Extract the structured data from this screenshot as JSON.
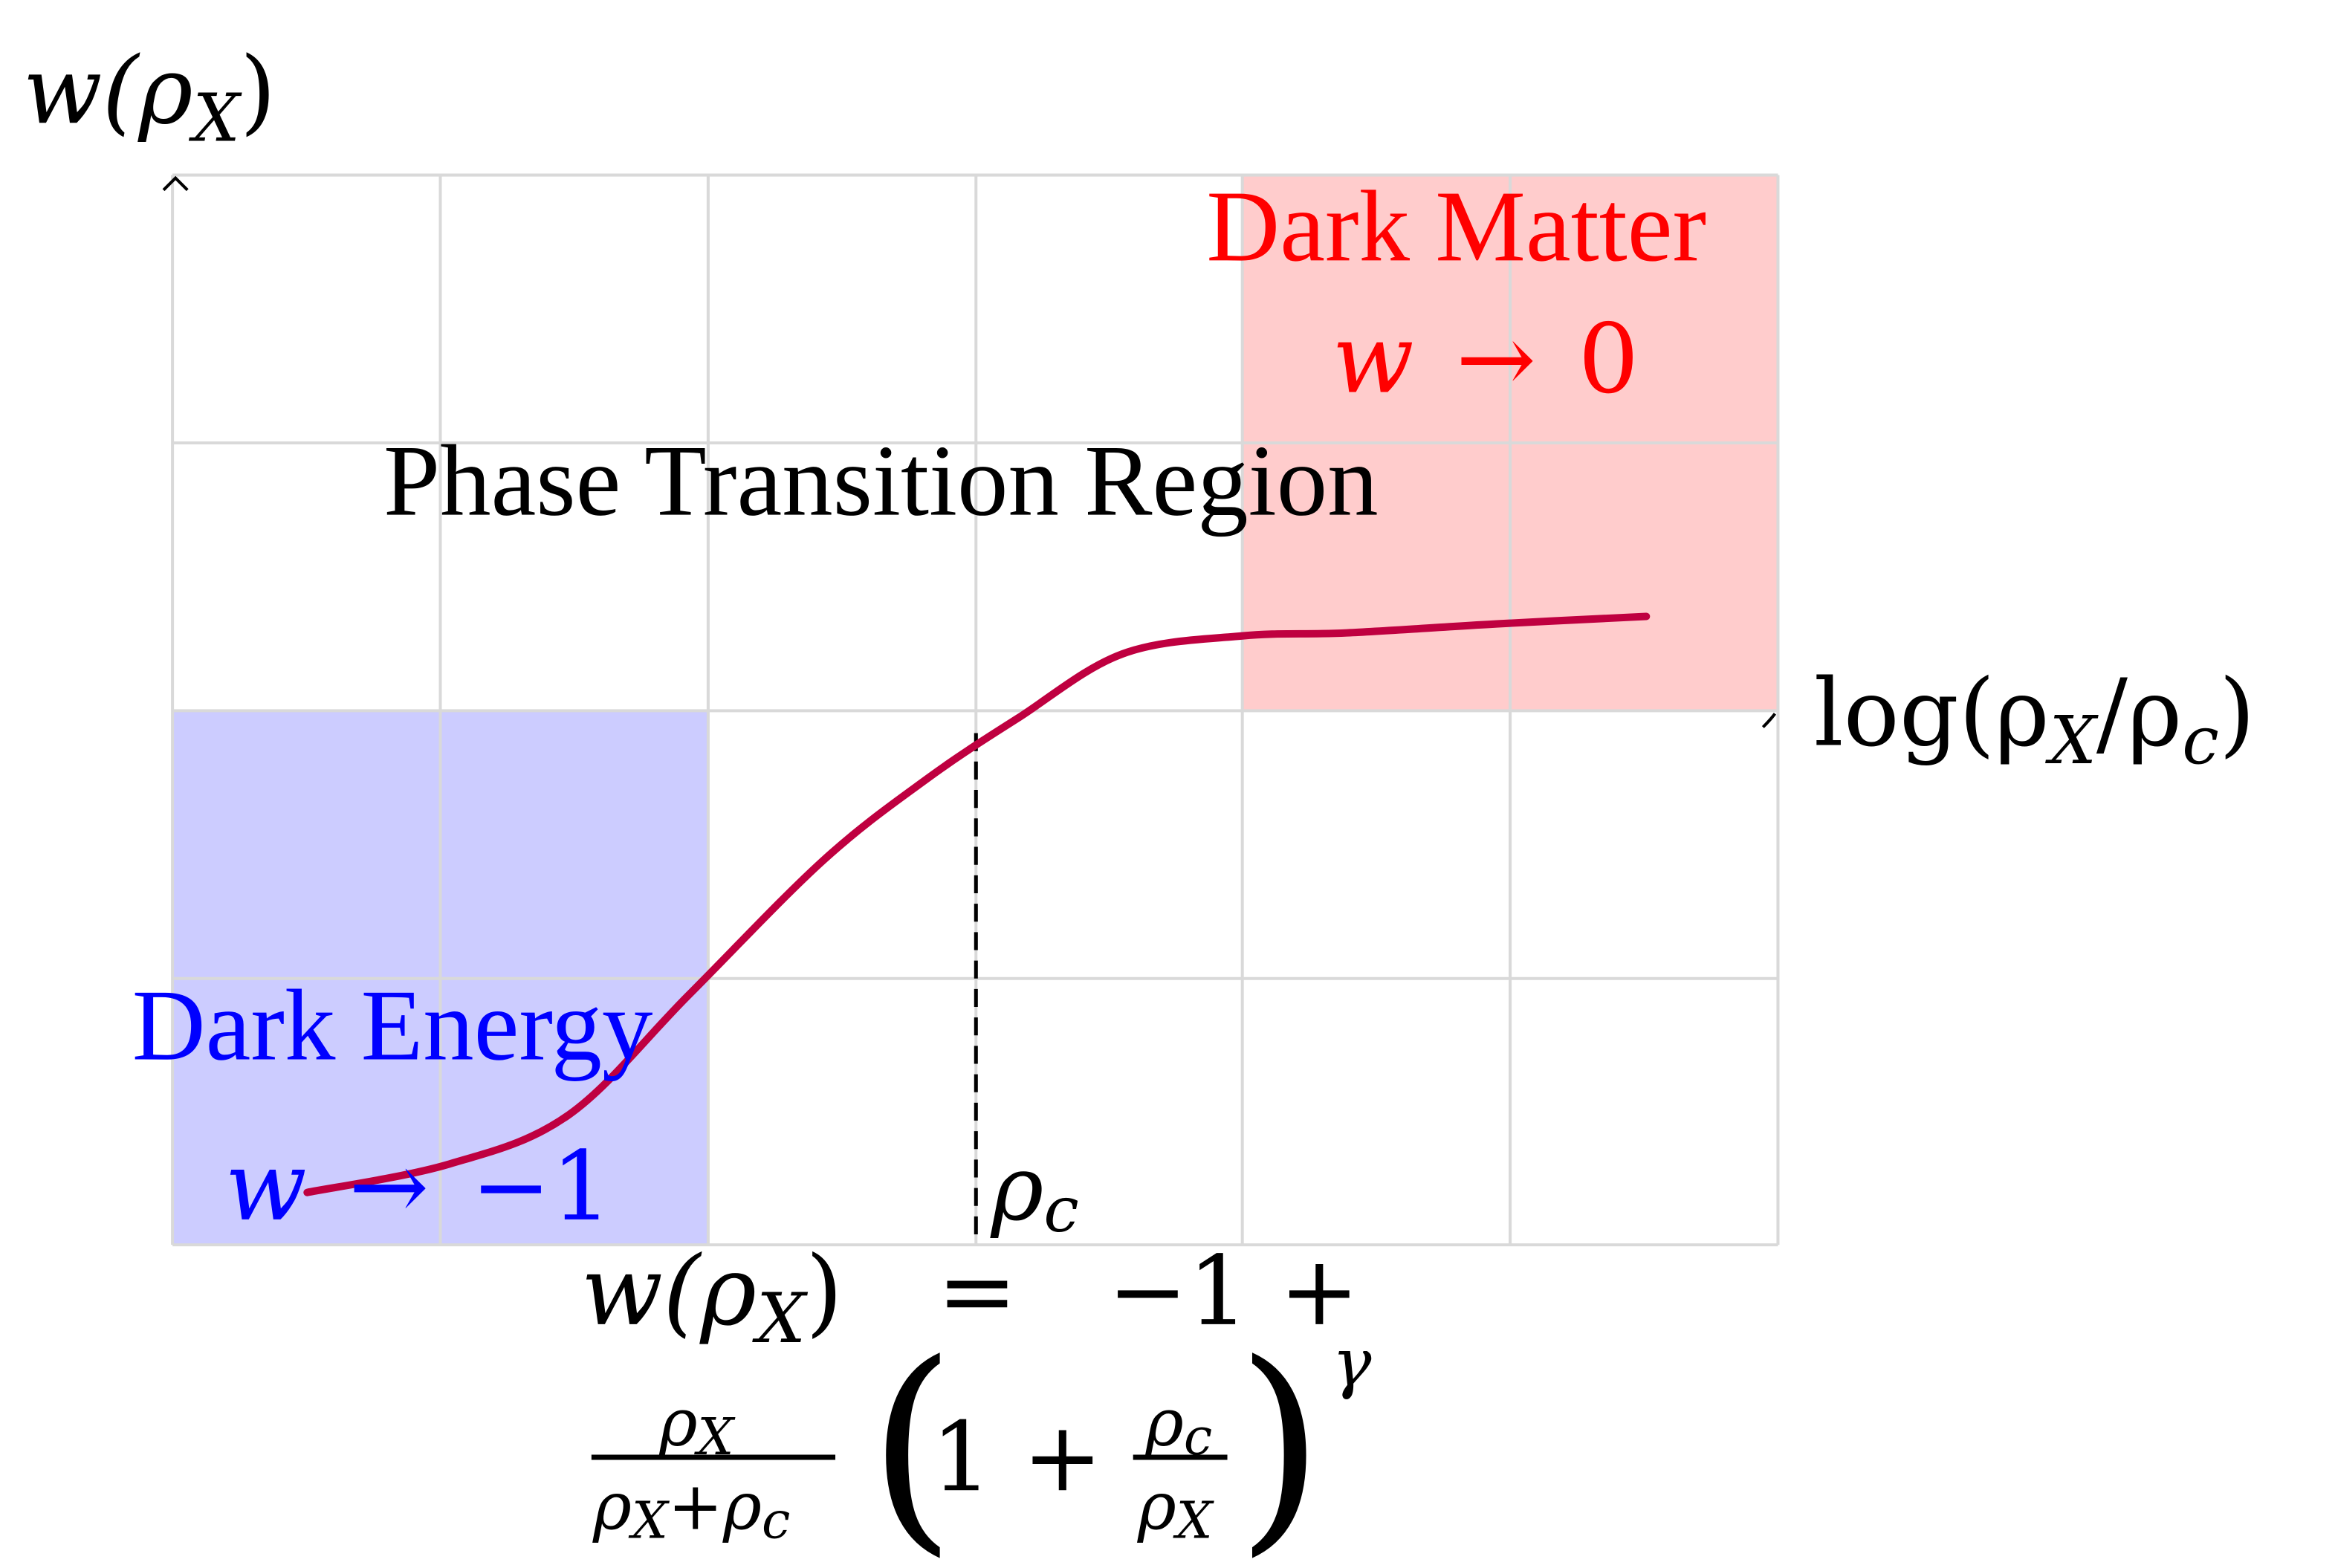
{
  "y_axis_label": {
    "base": "w(ρ",
    "sub": "X",
    "close": ")"
  },
  "x_axis_label": {
    "pre": "log(ρ",
    "sub1": "X",
    "mid": "/ρ",
    "sub2": "c",
    "close": ")"
  },
  "regions": {
    "dark_energy": {
      "title": "Dark Energy",
      "limit_var": "w",
      "limit_arrow": "→",
      "limit_value": "−1",
      "color": "#ccccff",
      "text_color": "#0000ff"
    },
    "dark_matter": {
      "title": "Dark Matter",
      "limit_var": "w",
      "limit_arrow": "→",
      "limit_value": "0",
      "color": "#ffcccc",
      "text_color": "#ff0000"
    },
    "transition": {
      "title": "Phase Transition Region"
    }
  },
  "critical_label": {
    "base": "ρ",
    "sub": "c"
  },
  "equation": {
    "lhs_base": "w(ρ",
    "lhs_sub": "X",
    "lhs_close": ")",
    "eq": "=",
    "rhs": "−1 +",
    "frac1_num": "ρ",
    "frac1_num_sub": "X",
    "frac1_den_a": "ρ",
    "frac1_den_a_sub": "X",
    "frac1_den_plus": "+",
    "frac1_den_b": "ρ",
    "frac1_den_b_sub": "c",
    "paren_open": "(",
    "one_plus": "1 +",
    "frac2_num": "ρ",
    "frac2_num_sub": "c",
    "frac2_den": "ρ",
    "frac2_den_sub": "X",
    "paren_close": ")",
    "exponent": "γ"
  },
  "colors": {
    "curve": "#bf0040",
    "grid": "#d9d9d9"
  }
}
